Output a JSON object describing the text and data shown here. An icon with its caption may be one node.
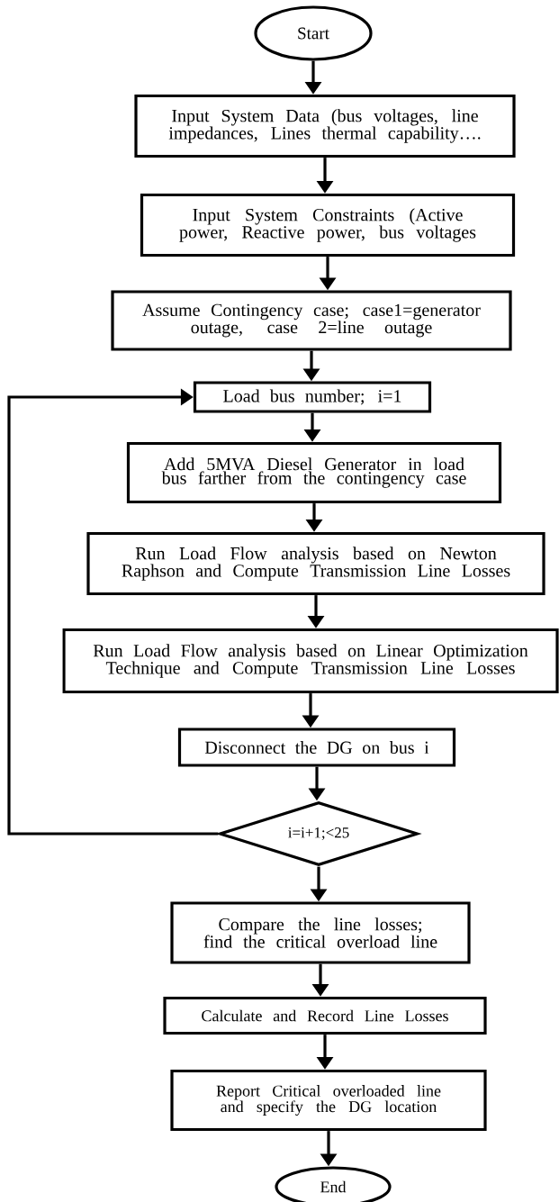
{
  "diagram": {
    "nodes": [
      {
        "text": [
          "Start"
        ]
      },
      {
        "text": [
          "Input System Data (bus voltages, line impedances, Lines thermal capability…."
        ]
      },
      {
        "text": [
          "Input System Constraints (Active power, Reactive power, bus voltages"
        ]
      },
      {
        "text": [
          "Assume Contingency case; case1=generator outage, case 2=line outage"
        ]
      },
      {
        "text": [
          "Load bus number; i=1"
        ]
      },
      {
        "text": [
          "Add 5MVA Diesel Generator in load bus farther from the contingency case"
        ]
      },
      {
        "text": [
          "Run Load Flow analysis based on Newton Raphson and Compute Transmission Line Losses"
        ]
      },
      {
        "text": [
          "Run Load Flow analysis based on Linear Optimization Technique and Compute Transmission Line Losses"
        ]
      },
      {
        "text": [
          "Disconnect the DG on bus i"
        ]
      },
      {
        "text": [
          "i=i+1;<25"
        ]
      },
      {
        "text": [
          "Compare the line losses; find the critical overload line"
        ]
      },
      {
        "text": [
          "Calculate and Record Line Losses"
        ]
      },
      {
        "text": [
          "Report Critical overloaded line and specify the DG location"
        ]
      },
      {
        "text": [
          "End"
        ]
      }
    ],
    "edges": [
      {
        "from": 0,
        "to": 1,
        "arrow": "to"
      },
      {
        "from": 1,
        "to": 2,
        "arrow": "to"
      },
      {
        "from": 2,
        "to": 3,
        "arrow": "to"
      },
      {
        "from": 3,
        "to": 4,
        "arrow": "to"
      },
      {
        "from": 4,
        "to": 5,
        "arrow": "to"
      },
      {
        "from": 5,
        "to": 6,
        "arrow": "to"
      },
      {
        "from": 6,
        "to": 7,
        "arrow": "to"
      },
      {
        "from": 7,
        "to": 8,
        "arrow": "to"
      },
      {
        "from": 8,
        "to": 9,
        "arrow": "to"
      },
      {
        "from": 9,
        "to": 4,
        "arrow": "to"
      },
      {
        "from": 9,
        "to": 10,
        "arrow": "to"
      },
      {
        "from": 10,
        "to": 11,
        "arrow": "to"
      },
      {
        "from": 11,
        "to": 12,
        "arrow": "to"
      },
      {
        "from": 12,
        "to": 13,
        "arrow": "to"
      }
    ]
  }
}
